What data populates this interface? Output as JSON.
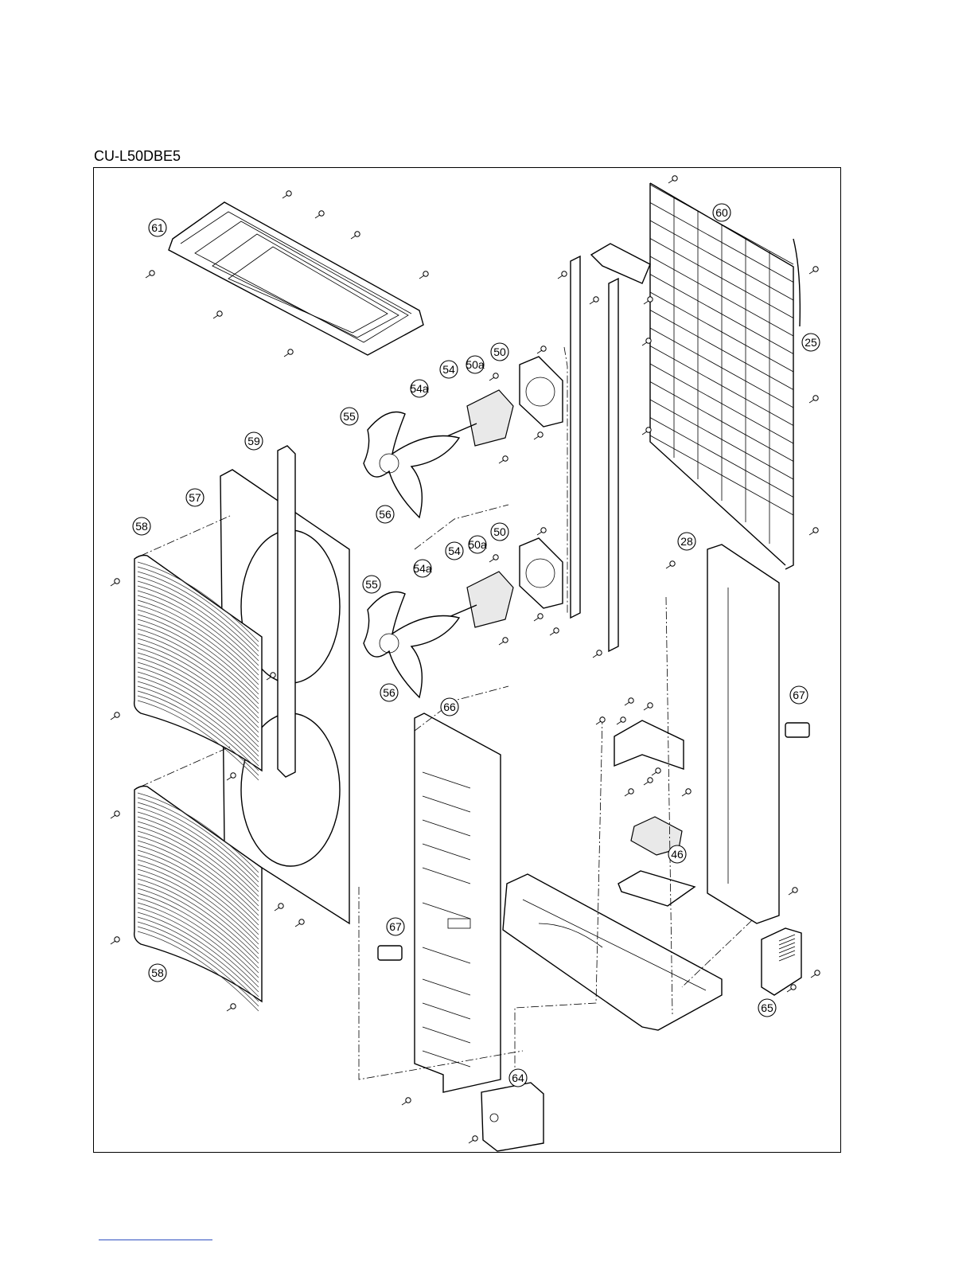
{
  "header": {
    "model": "CU-L50DBE5"
  },
  "callouts": [
    {
      "label": "61"
    },
    {
      "label": "60"
    },
    {
      "label": "25"
    },
    {
      "label": "50"
    },
    {
      "label": "50a"
    },
    {
      "label": "54"
    },
    {
      "label": "54a"
    },
    {
      "label": "55"
    },
    {
      "label": "59"
    },
    {
      "label": "57"
    },
    {
      "label": "56"
    },
    {
      "label": "58"
    },
    {
      "label": "50"
    },
    {
      "label": "50a"
    },
    {
      "label": "54"
    },
    {
      "label": "54a"
    },
    {
      "label": "55"
    },
    {
      "label": "28"
    },
    {
      "label": "56"
    },
    {
      "label": "66"
    },
    {
      "label": "67"
    },
    {
      "label": "46"
    },
    {
      "label": "67"
    },
    {
      "label": "58"
    },
    {
      "label": "65"
    },
    {
      "label": "64"
    }
  ]
}
